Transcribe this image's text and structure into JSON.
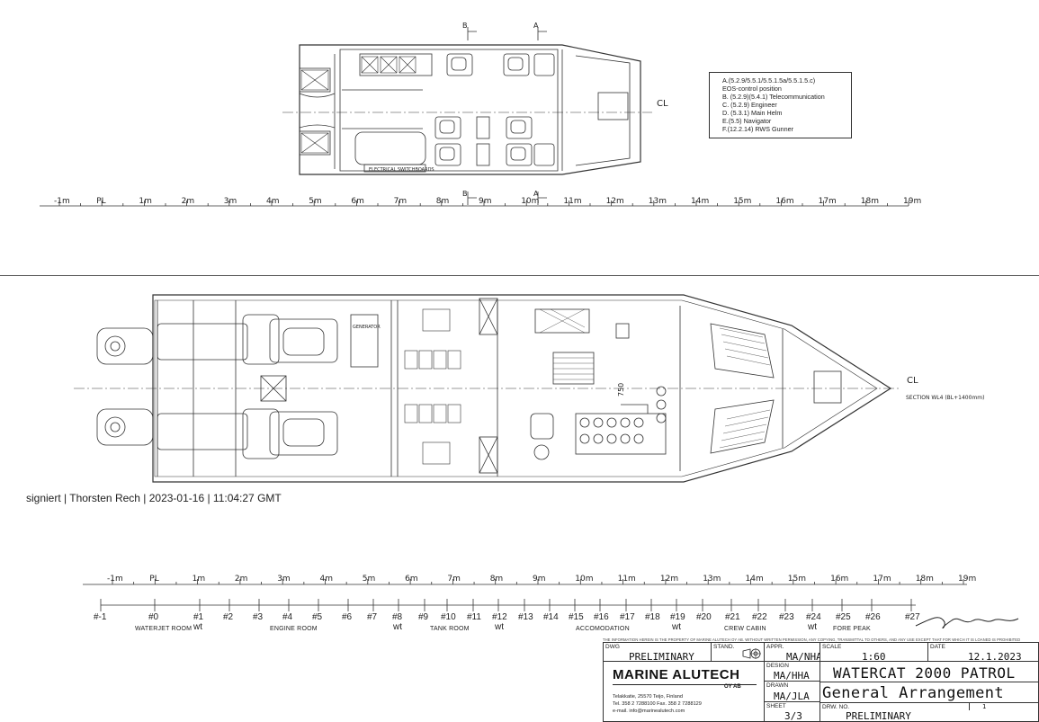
{
  "top_view": {
    "section_a_label": "A",
    "section_b_label": "B",
    "cl_label": "CL",
    "switchboard_label": "ELECTRICAL SWITCHBOARDS",
    "scale_labels": [
      "-1m",
      "PL",
      "1m",
      "2m",
      "3m",
      "4m",
      "5m",
      "6m",
      "7m",
      "8m",
      "9m",
      "10m",
      "11m",
      "12m",
      "13m",
      "14m",
      "15m",
      "16m",
      "17m",
      "18m",
      "19m"
    ]
  },
  "legend": {
    "lines": [
      "A.(5.2.9/5.5.1/5.5.1.5a/5.5.1.5.c)",
      "EOS-control position",
      "B. (5.2.9)(5.4.1) Telecommunication",
      "C. (5.2.9) Engineer",
      "D. (5.3.1) Main Helm",
      "E.(5.5) Navigator",
      "F.(12.2.14) RWS Gunner"
    ]
  },
  "section_view": {
    "cl_label": "CL",
    "section_label": "SECTION WL4 (BL+1400mm)",
    "generator_label": "GENERATOR",
    "dimension_label": "750"
  },
  "signature_text": "signiert | Thorsten Rech | 2023-01-16 | 11:04:27 GMT",
  "bottom_scale": {
    "labels": [
      "-1m",
      "PL",
      "1m",
      "2m",
      "3m",
      "4m",
      "5m",
      "6m",
      "7m",
      "8m",
      "9m",
      "10m",
      "11m",
      "12m",
      "13m",
      "14m",
      "15m",
      "16m",
      "17m",
      "18m",
      "19m"
    ]
  },
  "frames": {
    "labels": [
      "#-1",
      "#0",
      "#1",
      "#2",
      "#3",
      "#4",
      "#5",
      "#6",
      "#7",
      "#8",
      "#9",
      "#10",
      "#11",
      "#12",
      "#13",
      "#14",
      "#15",
      "#16",
      "#17",
      "#18",
      "#19",
      "#20",
      "#21",
      "#22",
      "#23",
      "#24",
      "#25",
      "#26",
      "#27"
    ],
    "wt_label": "wt",
    "rooms": {
      "waterjet": "WATERJET ROOM",
      "engine": "ENGINE ROOM",
      "tank": "TANK ROOM",
      "accommodation": "ACCOMODATION",
      "crew": "CREW CABIN",
      "fore": "FORE PEAK"
    }
  },
  "title_block": {
    "notice": "THE INFORMATION HEREIN IS THE PROPERTY OF MARINE ALUTECH OY AB. WITHOUT WRITTEN PERMISSION, ANY COPYING, TRANSMITTAL TO OTHERS, AND ANY USE EXCEPT THAT FOR WHICH IT IS LOANED IS PROHIBITED",
    "dwg_label": "DWG",
    "dwg_value": "PRELIMINARY",
    "stand_label": "STAND.",
    "appr_label": "APPR.",
    "appr_value": "MA/NHA",
    "scale_label": "SCALE",
    "scale_value": "1:60",
    "date_label": "DATE",
    "date_value": "12.1.2023",
    "company_name": "MARINE ALUTECH",
    "company_suffix": "OY AB",
    "address_1": "Telakkatie, 25570 Teijo, Finland",
    "address_2": "Tel. 358 2 7288100  Fax. 358 2 7288129",
    "address_3": "e-mail. info@marinealutech.com",
    "design_label": "DESIGN",
    "design_value": "MA/HHA",
    "drawn_label": "DRAWN",
    "drawn_value": "MA/JLA",
    "sheet_label": "SHEET",
    "sheet_value": "3/3",
    "project_title": "WATERCAT 2000 PATROL",
    "drawing_title": "General Arrangement",
    "drw_no_label": "DRW. NO.",
    "drw_no_value": "PRELIMINARY",
    "revision_value": "1"
  }
}
